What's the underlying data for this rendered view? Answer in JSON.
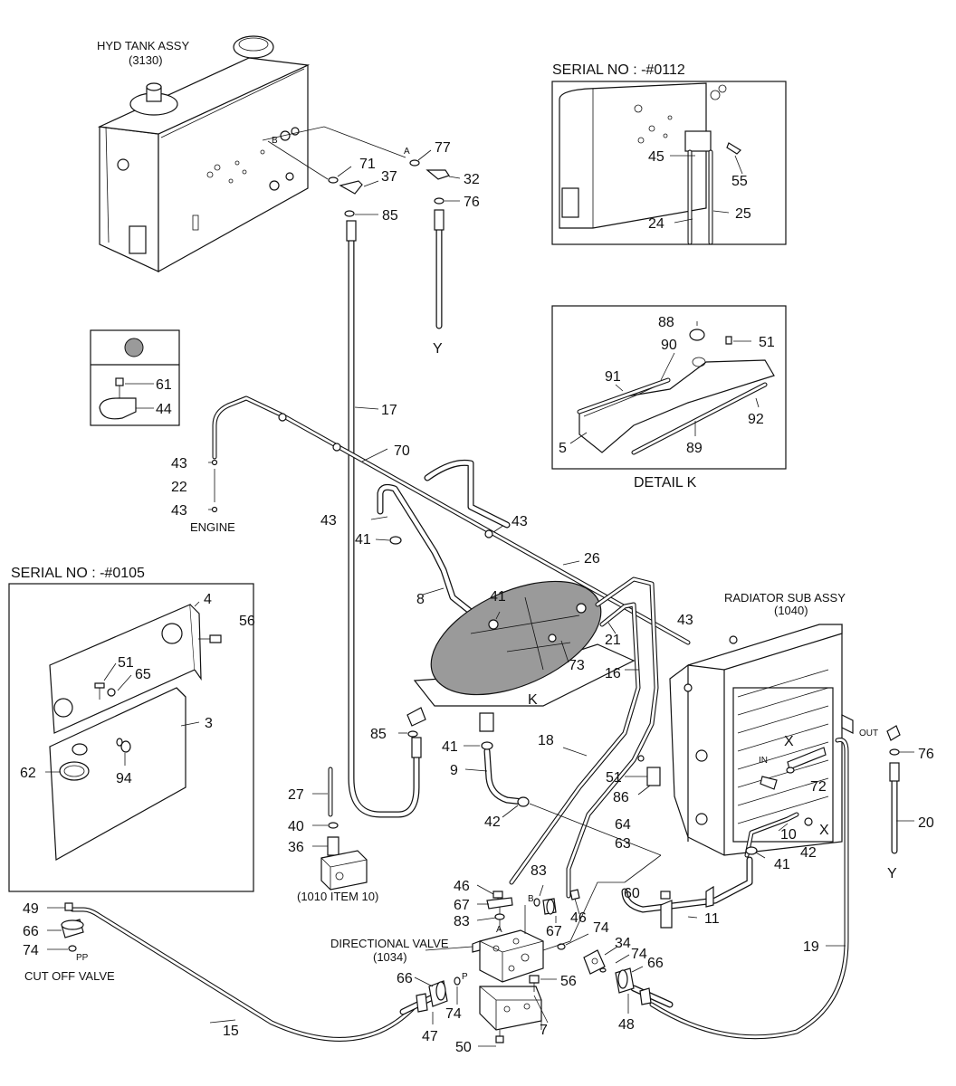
{
  "assemblies": {
    "hyd_tank": "HYD TANK ASSY",
    "hyd_tank_ref": "(3130)",
    "radiator": "RADIATOR SUB ASSY",
    "radiator_ref": "(1040)",
    "directional_valve": "DIRECTIONAL VALVE",
    "directional_valve_ref": "(1034)",
    "item10_ref": "(1010 ITEM 10)",
    "engine": "ENGINE",
    "cut_off_valve": "CUT OFF VALVE"
  },
  "insets": {
    "serial_0112": "SERIAL NO : -#0112",
    "serial_0105": "SERIAL NO : -#0105",
    "detail_k": "DETAIL K"
  },
  "port_letters": {
    "A": "A",
    "B": "B",
    "P": "P",
    "PP": "PP",
    "IN": "IN",
    "OUT": "OUT",
    "X": "X",
    "Y": "Y",
    "K": "K"
  },
  "callouts": {
    "c3": "3",
    "c4": "4",
    "c5": "5",
    "c7": "7",
    "c8": "8",
    "c9": "9",
    "c10": "10",
    "c11": "11",
    "c15": "15",
    "c16": "16",
    "c17": "17",
    "c18": "18",
    "c19": "19",
    "c20": "20",
    "c21": "21",
    "c22": "22",
    "c24": "24",
    "c25": "25",
    "c26": "26",
    "c27": "27",
    "c32": "32",
    "c34": "34",
    "c36": "36",
    "c37": "37",
    "c40": "40",
    "c41": "41",
    "c42": "42",
    "c43": "43",
    "c44": "44",
    "c45": "45",
    "c46": "46",
    "c47": "47",
    "c48": "48",
    "c49": "49",
    "c50": "50",
    "c51": "51",
    "c55": "55",
    "c56": "56",
    "c60": "60",
    "c61": "61",
    "c62": "62",
    "c63": "63",
    "c64": "64",
    "c65": "65",
    "c66": "66",
    "c67": "67",
    "c70": "70",
    "c71": "71",
    "c72": "72",
    "c73": "73",
    "c74": "74",
    "c76": "76",
    "c77": "77",
    "c83": "83",
    "c85": "85",
    "c86": "86",
    "c88": "88",
    "c89": "89",
    "c90": "90",
    "c91": "91",
    "c92": "92",
    "c94": "94"
  }
}
